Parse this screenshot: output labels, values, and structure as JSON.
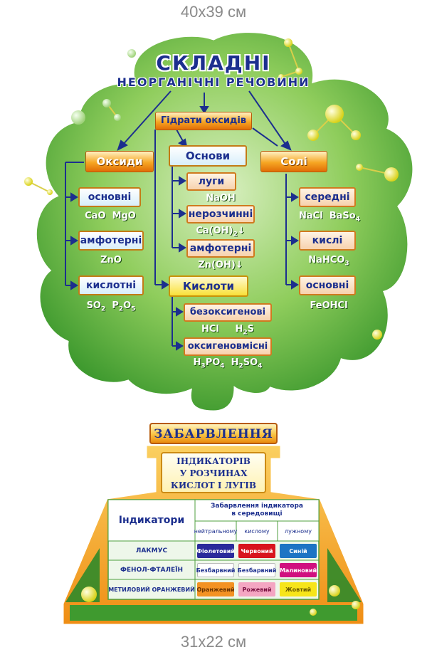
{
  "dimensions": {
    "top": "40x39 см",
    "bottom": "31x22 см"
  },
  "colors": {
    "tree_green": "#7fc24d",
    "tree_dark": "#2f8a2a",
    "title_blue": "#1c2f8e",
    "orange": "#f6a623",
    "violet": "#2a2a9b",
    "red": "#d8141e",
    "blue": "#1d74c4",
    "magenta": "#d0107f",
    "pink": "#f4a6c2",
    "yellow": "#f7e51a",
    "white_chip": "#ffffff",
    "orange_chip": "#f39223"
  },
  "tree": {
    "title_line1": "СКЛАДНІ",
    "title_line2": "НЕОРГАНІЧНІ РЕЧОВИНИ",
    "hydrates": "Гідрати оксидів",
    "oxides": {
      "label": "Оксиди",
      "basic": "основні",
      "basic_formulas": [
        "CaO",
        "MgO"
      ],
      "amphoteric": "амфотерні",
      "amphoteric_formulas": [
        "ZnO"
      ],
      "acidic": "кислотні",
      "acidic_formulas": [
        "SO",
        "2",
        "P",
        "2",
        "O",
        "5"
      ]
    },
    "bases": {
      "label": "Основи",
      "alkali": "луги",
      "alkali_formula": "NaOH",
      "insoluble": "нерозчинні",
      "insoluble_formula": [
        "Ca(OH)",
        "2",
        "↓"
      ],
      "amphoteric": "амфотерні",
      "amphoteric_formula": "Zn(OH)↓"
    },
    "acids": {
      "label": "Кислоти",
      "oxygenfree": "безоксигенові",
      "oxygenfree_formulas": [
        "HCl",
        "H",
        "2",
        "S"
      ],
      "oxygen": "оксигеновмісні",
      "oxygen_formulas": [
        "H",
        "3",
        "PO",
        "4",
        "H",
        "2",
        "SO",
        "4"
      ]
    },
    "salts": {
      "label": "Солі",
      "medium": "середні",
      "medium_formulas": [
        "NaCl",
        "BaSo",
        "4"
      ],
      "acid": "кислі",
      "acid_formula": [
        "NaHCO",
        "3"
      ],
      "basic": "основні",
      "basic_formula": "FeOHCl"
    }
  },
  "flask": {
    "title": "ЗАБАРВЛЕННЯ",
    "sub_line1": "ІНДИКАТОРІВ",
    "sub_line2": "У РОЗЧИНАХ",
    "sub_line3": "КИСЛОТ І ЛУГІВ",
    "table": {
      "indicators_header": "Індикатори",
      "color_header_line1": "Забарвлення індикатора",
      "color_header_line2": "в середовищі",
      "media": [
        "нейтральному",
        "кислому",
        "лужному"
      ],
      "rows": [
        {
          "name": "ЛАКМУС",
          "values": [
            "Фіолетовий",
            "Червоний",
            "Синій"
          ]
        },
        {
          "name": "ФЕНОЛ-ФТАЛЕЇН",
          "values": [
            "Безбарвний",
            "Безбарвний",
            "Малиновий"
          ]
        },
        {
          "name": "МЕТИЛОВИЙ ОРАНЖЕВИЙ",
          "values": [
            "Оранжевий",
            "Рожевий",
            "Жовтий"
          ]
        }
      ]
    }
  }
}
